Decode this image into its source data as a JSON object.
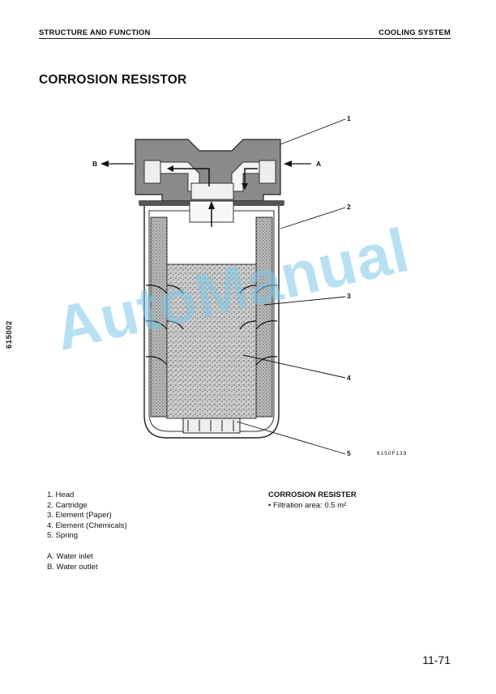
{
  "header": {
    "left": "STRUCTURE AND FUNCTION",
    "right": "COOLING SYSTEM"
  },
  "title": "CORROSION RESISTOR",
  "side_code": "615002",
  "figure": {
    "callouts": [
      "1",
      "2",
      "3",
      "4",
      "5"
    ],
    "flow_labels": {
      "outlet": "B",
      "inlet": "A"
    },
    "code": "6150F139"
  },
  "parts": [
    "1. Head",
    "2. Cartridge",
    "3. Element (Paper)",
    "4. Element (Chemicals)",
    "5. Spring"
  ],
  "flows": [
    "A. Water inlet",
    "B. Water outlet"
  ],
  "spec": {
    "title": "CORROSION RESISTER",
    "line": "• Filtration area:  0.5 m²"
  },
  "watermark": "AutoManual",
  "page_number": "11-71"
}
